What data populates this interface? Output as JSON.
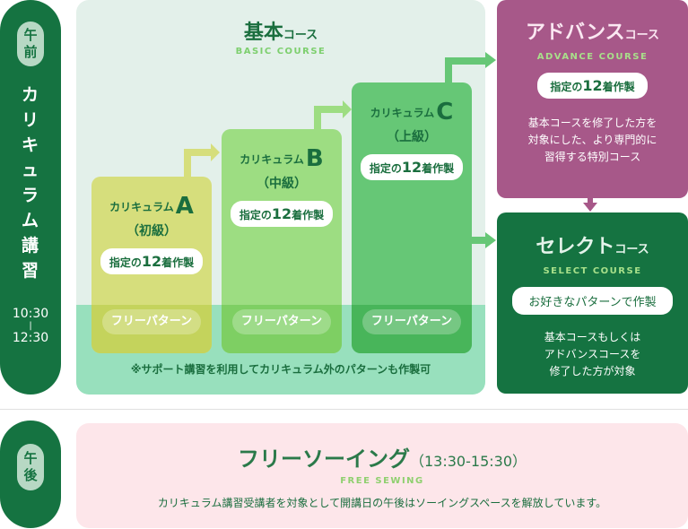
{
  "morning": {
    "tag": "午前",
    "title_chars": [
      "カ",
      "リ",
      "キ",
      "ュ",
      "ラ",
      "ム",
      "講",
      "習"
    ],
    "time_start": "10:30",
    "time_sep": "|",
    "time_end": "12:30"
  },
  "basic_course": {
    "title_big": "基本",
    "title_small": "コース",
    "subtitle": "BASIC COURSE",
    "curricula": [
      {
        "prefix": "カリキュラム",
        "letter": "A",
        "level": "（初級）",
        "chip_pre": "指定の",
        "chip_num": "12",
        "chip_post": "着作製",
        "free": "フリーパターン",
        "color": "#d6de7c",
        "overlay": "#c4d35c"
      },
      {
        "prefix": "カリキュラム",
        "letter": "B",
        "level": "（中級）",
        "chip_pre": "指定の",
        "chip_num": "12",
        "chip_post": "着作製",
        "free": "フリーパターン",
        "color": "#9ddd82",
        "overlay": "#7ecf63"
      },
      {
        "prefix": "カリキュラム",
        "letter": "C",
        "level": "（上級）",
        "chip_pre": "指定の",
        "chip_num": "12",
        "chip_post": "着作製",
        "free": "フリーパターン",
        "color": "#66c776",
        "overlay": "#48b55a"
      }
    ],
    "note": "※サポート講習を利用してカリキュラム外のパターンも作製可"
  },
  "advance_course": {
    "title_big": "アドバンス",
    "title_small": "コース",
    "subtitle": "ADVANCE COURSE",
    "chip_pre": "指定の",
    "chip_num": "12",
    "chip_post": "着作製",
    "desc": [
      "基本コースを修了した方を",
      "対象にした、より専門的に",
      "習得する特別コース"
    ],
    "color": "#a75889"
  },
  "select_course": {
    "title_big": "セレクト",
    "title_small": "コース",
    "subtitle": "SELECT COURSE",
    "chip": "お好きなパターンで作製",
    "desc": [
      "基本コースもしくは",
      "アドバンスコースを",
      "修了した方が対象"
    ],
    "color": "#157341"
  },
  "afternoon": {
    "tag_top": "午",
    "tag_bottom": "後"
  },
  "free_sewing": {
    "title": "フリーソーイング",
    "time": "（13:30-15:30）",
    "subtitle": "FREE SEWING",
    "desc": "カリキュラム講習受講者を対象として開講日の午後はソーイングスペースを解放しています。"
  },
  "colors": {
    "dark_green": "#157341",
    "mint_bg": "#e3f0ea",
    "mint_bottom": "#98e0bd",
    "purple": "#a75889",
    "pink_bg": "#fde6ea",
    "accent_light_green": "#7dcf6e"
  }
}
